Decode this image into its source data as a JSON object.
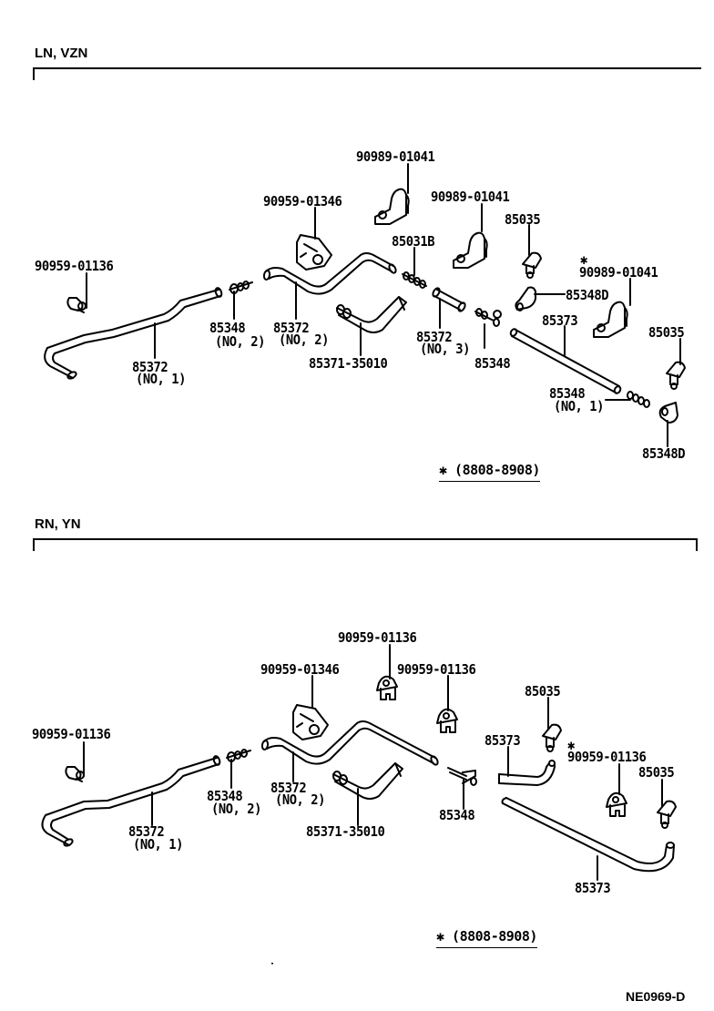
{
  "diagram": {
    "code": "NE0969-D",
    "sections": [
      {
        "title": "LN, VZN",
        "note": "✱  (8808-8908)",
        "labels": {
          "clip_left": "90959-01136",
          "hose_no1": "85372",
          "hose_no1_sub": "(NO, 1)",
          "conn_no2": "85348",
          "conn_no2_sub": "(NO, 2)",
          "bracket_346": "90959-01346",
          "hose_no2": "85372",
          "hose_no2_sub": "(NO, 2)",
          "clamp_top": "90989-01041",
          "hose_35010": "85371-35010",
          "clamp_mid": "90989-01041",
          "conn_85031b": "85031B",
          "hose_no3": "85372",
          "hose_no3_sub": "(NO, 3)",
          "nozzle_a": "85035",
          "elbow_a": "85348D",
          "tee": "85348",
          "star": "✱",
          "clamp_right": "90989-01041",
          "hose_85373": "85373",
          "nozzle_b": "85035",
          "conn_no1": "85348",
          "conn_no1_sub": "(NO, 1)",
          "elbow_b": "85348D"
        }
      },
      {
        "title": "RN, YN",
        "note": "✱  (8808-8908)",
        "labels": {
          "clip_left": "90959-01136",
          "hose_no1": "85372",
          "hose_no1_sub": "(NO, 1)",
          "conn_no2": "85348",
          "conn_no2_sub": "(NO, 2)",
          "bracket_346": "90959-01346",
          "hose_no2": "85372",
          "hose_no2_sub": "(NO, 2)",
          "clip_top": "90959-01136",
          "clip_mid": "90959-01136",
          "hose_35010": "85371-35010",
          "tee": "85348",
          "nozzle_a": "85035",
          "hose_85373_short": "85373",
          "star": "✱",
          "clip_right": "90959-01136",
          "nozzle_b": "85035",
          "hose_85373_long": "85373"
        }
      }
    ]
  }
}
